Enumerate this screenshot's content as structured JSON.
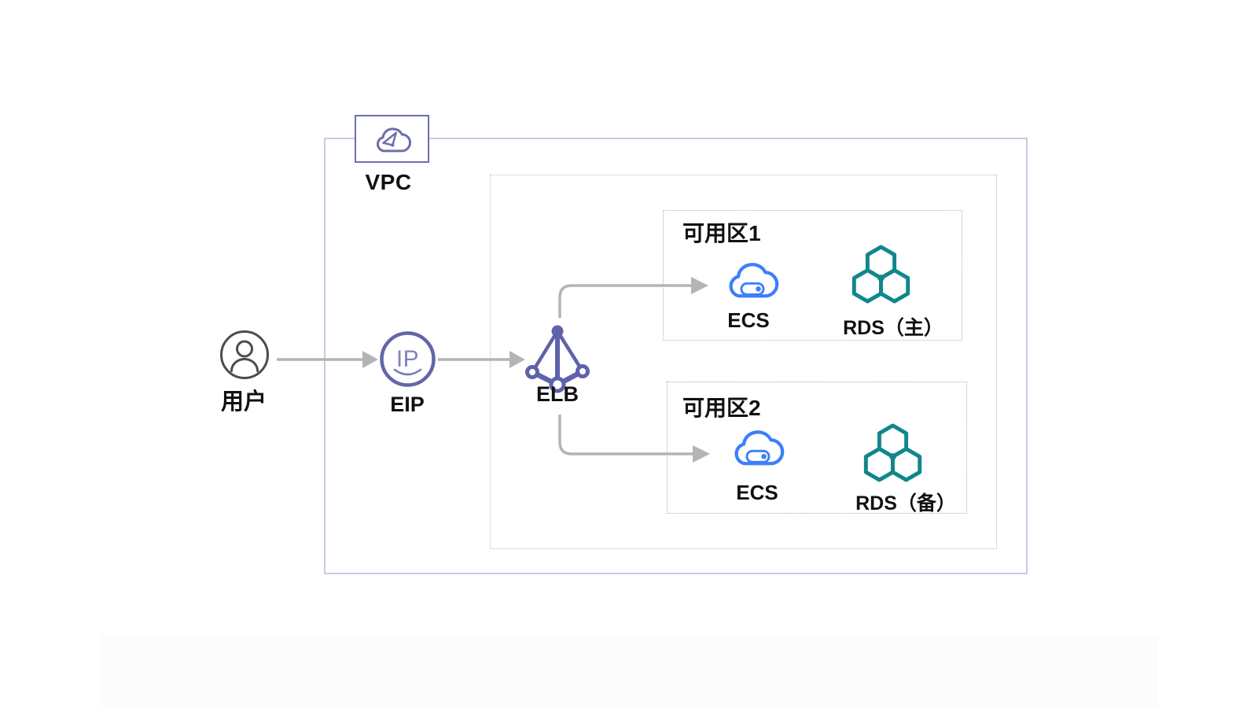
{
  "diagram": {
    "title": "VPC high-availability architecture",
    "nodes": {
      "user": {
        "label": "用户"
      },
      "eip": {
        "label": "EIP",
        "icon_text": "IP"
      },
      "vpc": {
        "label": "VPC"
      },
      "elb": {
        "label": "ELB"
      },
      "zone1": {
        "title": "可用区1",
        "ecs_label": "ECS",
        "rds_label": "RDS（主）"
      },
      "zone2": {
        "title": "可用区2",
        "ecs_label": "ECS",
        "rds_label": "RDS（备）"
      }
    },
    "edges": [
      {
        "from": "user",
        "to": "eip"
      },
      {
        "from": "eip",
        "to": "elb"
      },
      {
        "from": "elb",
        "to": "zone1.ecs"
      },
      {
        "from": "elb",
        "to": "zone2.ecs"
      }
    ],
    "colors": {
      "purple": "#6266a8",
      "ecs_blue": "#3d7efb",
      "rds_teal": "#11868d",
      "arrow_gray": "#b4b4b4",
      "user_gray": "#4c4c4c",
      "vpc_border": "#c9c9e0",
      "dotted_border": "#b0b0b0",
      "label_black": "#111111"
    }
  }
}
